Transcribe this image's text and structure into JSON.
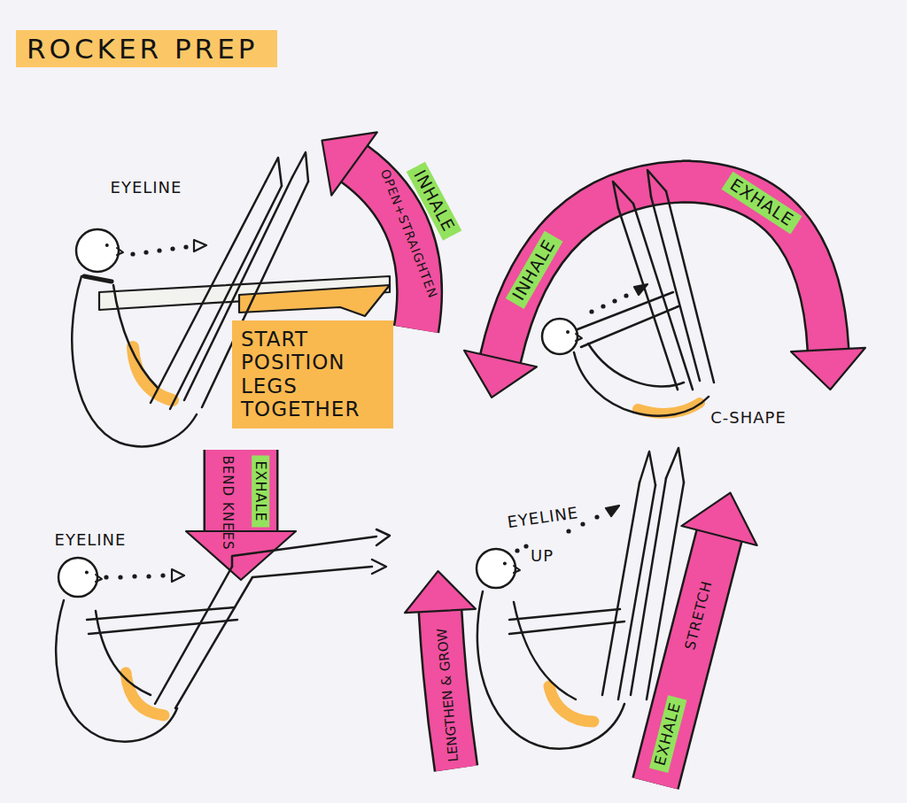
{
  "diagram": {
    "title": "ROCKER PREP",
    "nodes": [
      {
        "text": [
          "START POSITION LEGS TOGETHER"
        ]
      }
    ],
    "labels": [
      "EYELINE",
      "INHALE",
      "OPEN+STRAIGHTEN",
      "EXHALE",
      "INHALE",
      "C-SHAPE",
      "EXHALE",
      "BEND KNEES",
      "EYELINE",
      "EYELINE",
      "UP",
      "LENGTHEN & GROW",
      "EXHALE",
      "STRETCH"
    ]
  }
}
